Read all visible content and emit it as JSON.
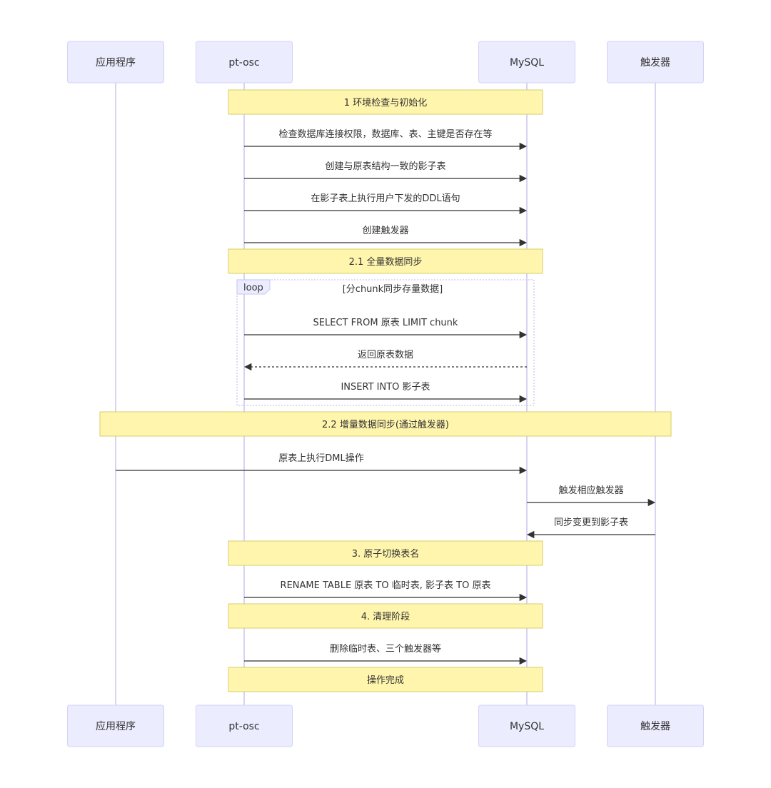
{
  "actors": [
    {
      "id": "app",
      "label": "应用程序"
    },
    {
      "id": "pt",
      "label": "pt-osc"
    },
    {
      "id": "mysql",
      "label": "MySQL"
    },
    {
      "id": "trigger",
      "label": "触发器"
    }
  ],
  "events": [
    {
      "kind": "note",
      "text": "1 环境检查与初始化",
      "span": [
        "pt",
        "mysql"
      ]
    },
    {
      "kind": "message",
      "from": "pt",
      "to": "mysql",
      "text": "检查数据库连接权限，数据库、表、主键是否存在等",
      "style": "solid"
    },
    {
      "kind": "message",
      "from": "pt",
      "to": "mysql",
      "text": "创建与原表结构一致的影子表",
      "style": "solid"
    },
    {
      "kind": "message",
      "from": "pt",
      "to": "mysql",
      "text": "在影子表上执行用户下发的DDL语句",
      "style": "solid"
    },
    {
      "kind": "message",
      "from": "pt",
      "to": "mysql",
      "text": "创建触发器",
      "style": "solid"
    },
    {
      "kind": "note",
      "text": "2.1 全量数据同步",
      "span": [
        "pt",
        "mysql"
      ]
    },
    {
      "kind": "loop_start",
      "label": "loop",
      "condition": "[分chunk同步存量数据]"
    },
    {
      "kind": "message",
      "from": "pt",
      "to": "mysql",
      "text": "SELECT FROM 原表 LIMIT chunk",
      "style": "solid"
    },
    {
      "kind": "message",
      "from": "mysql",
      "to": "pt",
      "text": "返回原表数据",
      "style": "dotted"
    },
    {
      "kind": "message",
      "from": "pt",
      "to": "mysql",
      "text": "INSERT INTO 影子表",
      "style": "solid"
    },
    {
      "kind": "loop_end"
    },
    {
      "kind": "note",
      "text": "2.2 增量数据同步(通过触发器)",
      "span": [
        "app",
        "trigger"
      ]
    },
    {
      "kind": "message",
      "from": "app",
      "to": "mysql",
      "text": "原表上执行DML操作",
      "style": "solid"
    },
    {
      "kind": "message",
      "from": "mysql",
      "to": "trigger",
      "text": "触发相应触发器",
      "style": "solid"
    },
    {
      "kind": "message",
      "from": "trigger",
      "to": "mysql",
      "text": "同步变更到影子表",
      "style": "solid"
    },
    {
      "kind": "note",
      "text": "3. 原子切换表名",
      "span": [
        "pt",
        "mysql"
      ]
    },
    {
      "kind": "message",
      "from": "pt",
      "to": "mysql",
      "text": "RENAME TABLE 原表 TO 临时表, 影子表 TO 原表",
      "style": "solid"
    },
    {
      "kind": "note",
      "text": "4. 清理阶段",
      "span": [
        "pt",
        "mysql"
      ]
    },
    {
      "kind": "message",
      "from": "pt",
      "to": "mysql",
      "text": "删除临时表、三个触发器等",
      "style": "solid"
    },
    {
      "kind": "note",
      "text": "操作完成",
      "span": [
        "pt",
        "mysql"
      ]
    }
  ]
}
